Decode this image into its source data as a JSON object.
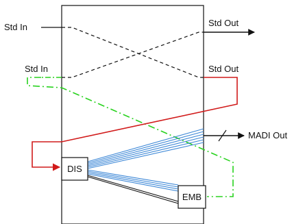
{
  "labels": {
    "std_in_top": "Std In",
    "std_out_top": "Std Out",
    "std_in_mid": "Std In",
    "std_out_mid": "Std Out",
    "madi_out": "MADI Out",
    "dis": "DIS",
    "emb": "EMB"
  },
  "colors": {
    "outline": "#111111",
    "dashed_black": "#111111",
    "red_path": "#d11a1a",
    "green_path": "#28d21e",
    "blue_lines": "#3a86d6",
    "black_lines": "#111111"
  }
}
